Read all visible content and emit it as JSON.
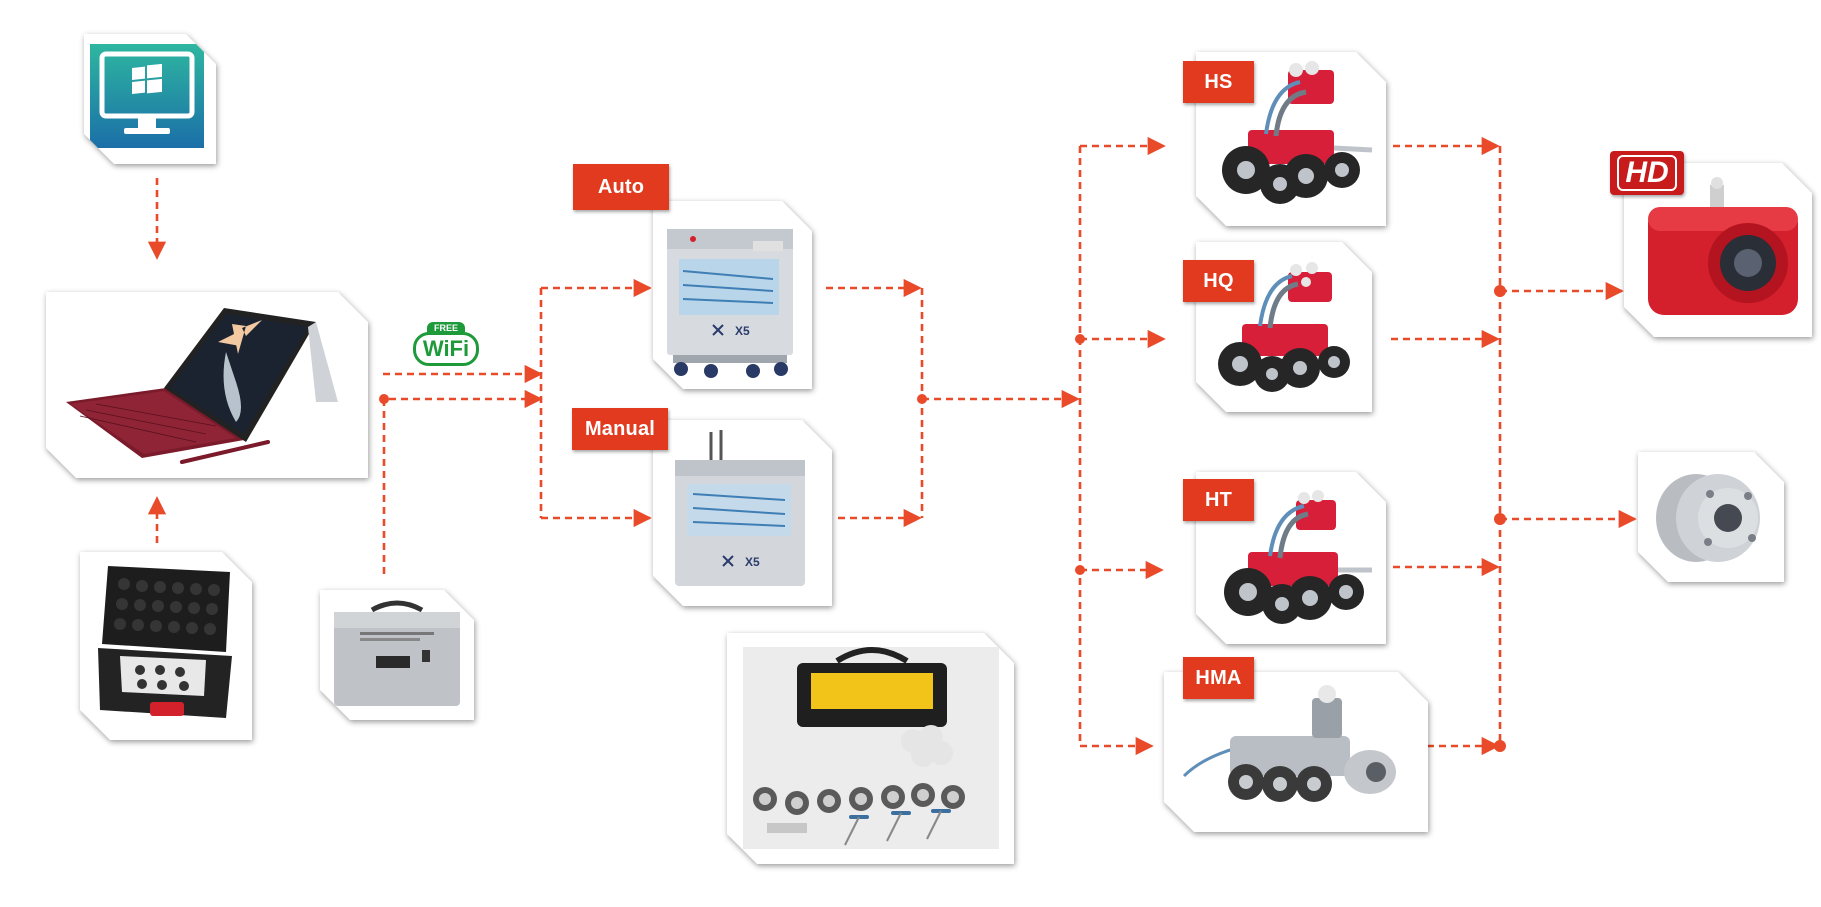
{
  "labels": {
    "auto": "Auto",
    "manual": "Manual",
    "hs": "HS",
    "hq": "HQ",
    "ht": "HT",
    "hma": "HMA",
    "hd": "HD",
    "wifi_free": "FREE",
    "wifi": "WiFi"
  },
  "colors": {
    "accent": "#e13a1e",
    "flow_line": "#e84a2a",
    "wifi_green": "#1f9a3a",
    "crawler_red": "#d81f3a",
    "hd_red": "#c81b1b"
  },
  "icons": {
    "desktop": "monitor-windows-icon",
    "tablet": "tablet-pc-icon",
    "controller": "remote-controller-case-icon",
    "battery": "battery-box-icon",
    "auto_reel": "auto-cable-reel-icon",
    "manual_reel": "manual-cable-reel-icon",
    "tool_kit": "tool-kit-icon",
    "crawler": "pipe-crawler-robot-icon",
    "camera_hd": "hd-camera-head-icon",
    "camera": "camera-head-icon"
  }
}
